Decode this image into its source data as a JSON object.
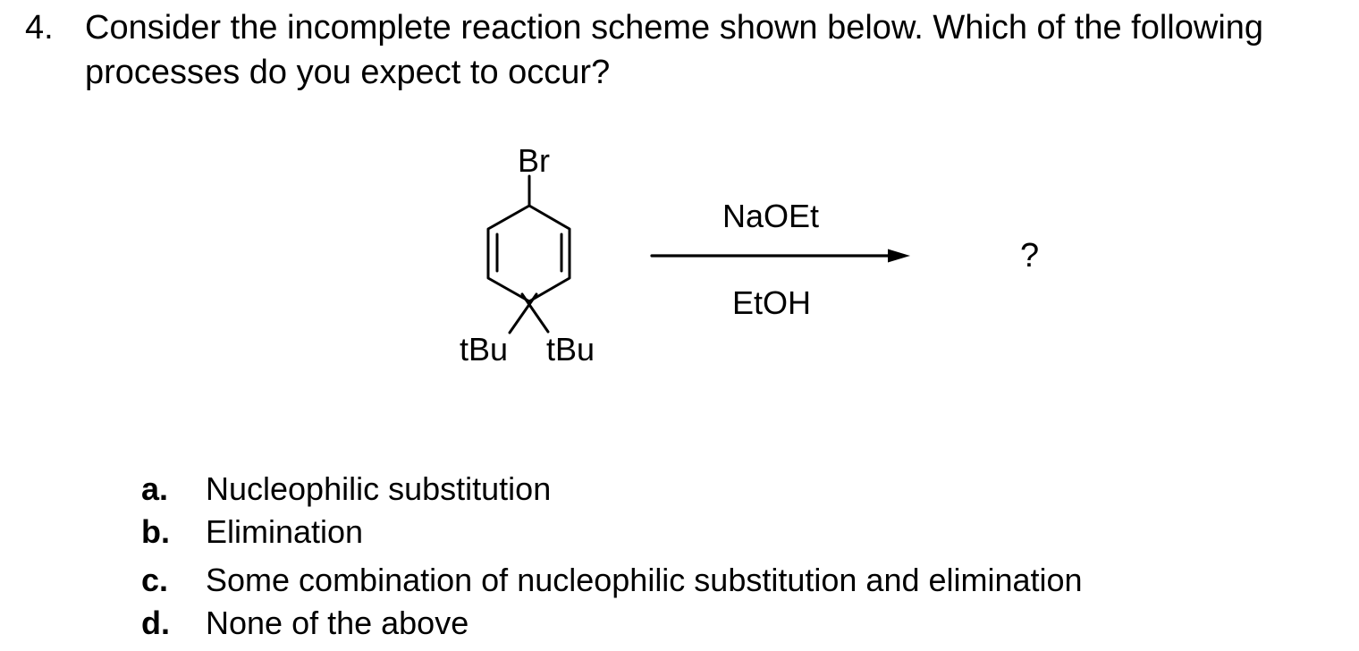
{
  "colors": {
    "background": "#ffffff",
    "ink": "#000000"
  },
  "question": {
    "number": "4.",
    "full_text": "Consider the incomplete reaction scheme shown below. Which of the following processes do you expect to occur?",
    "lines": [
      "Consider the incomplete reaction scheme shown below. Which of the following",
      "processes do you expect to occur?"
    ]
  },
  "scheme": {
    "substituent_top": "Br",
    "substituent_bottom_left": "tBu",
    "substituent_bottom_right": "tBu",
    "reagent_above_arrow": "NaOEt",
    "reagent_below_arrow": "EtOH",
    "product_placeholder": "?"
  },
  "options": [
    {
      "letter": "a.",
      "text": "Nucleophilic substitution"
    },
    {
      "letter": "b.",
      "text": "Elimination"
    },
    {
      "letter": "c.",
      "text": "Some combination of nucleophilic substitution and elimination"
    },
    {
      "letter": "d.",
      "text": "None of the above"
    }
  ]
}
